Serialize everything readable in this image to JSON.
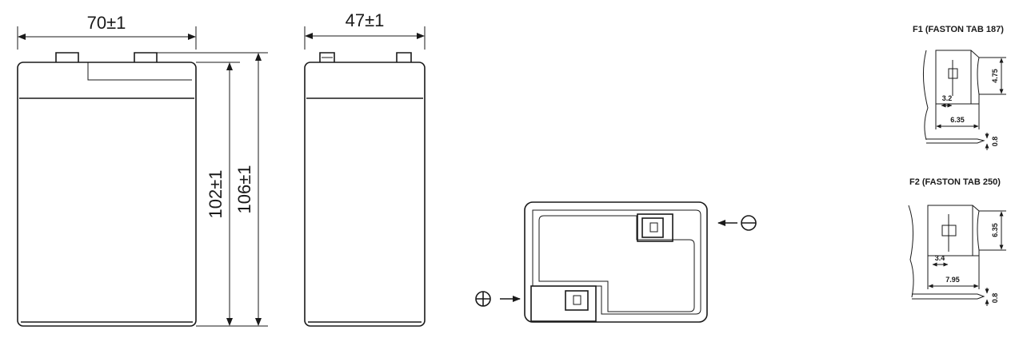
{
  "front_view": {
    "width_dim": "70±1",
    "height_dim_inner": "102±1",
    "height_dim_outer": "106±1"
  },
  "side_view": {
    "depth_dim": "47±1"
  },
  "top_view": {},
  "terminal_f1": {
    "title": "F1 (FASTON TAB 187)",
    "dim_height": "4.75",
    "dim_hole": "3.2",
    "dim_width": "6.35",
    "dim_thickness": "0.8"
  },
  "terminal_f2": {
    "title": "F2 (FASTON TAB 250)",
    "dim_height": "6.35",
    "dim_hole": "3.4",
    "dim_width": "7.95",
    "dim_thickness": "0.8"
  }
}
